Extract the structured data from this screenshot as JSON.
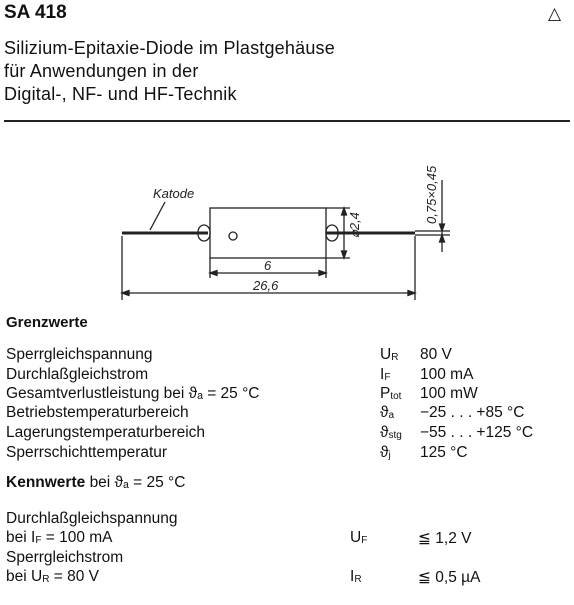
{
  "header": {
    "part_number": "SA 418",
    "symbol": "△",
    "description_lines": [
      "Silizium-Epitaxie-Diode im Plastgehäuse",
      "für Anwendungen in der",
      "Digital-, NF- und HF-Technik"
    ]
  },
  "drawing": {
    "katode_label": "Katode",
    "dim_body_length": "6",
    "dim_total_length": "26,6",
    "dim_diameter": "⌀2,4",
    "dim_wire": "0,75×0,45"
  },
  "grenzwerte": {
    "heading": "Grenzwerte",
    "rows": [
      {
        "label": "Sperrgleichspannung",
        "sym": "U",
        "sub": "R",
        "value": "80 V"
      },
      {
        "label": "Durchlaßgleichstrom",
        "sym": "I",
        "sub": "F",
        "value": "100 mA"
      },
      {
        "label": "Gesamtverlustleistung bei ϑₐ = 25 °C",
        "sym": "P",
        "sub": "tot",
        "value": "100 mW"
      },
      {
        "label": "Betriebstemperaturbereich",
        "sym": "ϑ",
        "sub": "a",
        "value": "−25 . . . +85 °C"
      },
      {
        "label": "Lagerungstemperaturbereich",
        "sym": "ϑ",
        "sub": "stg",
        "value": "−55 . . . +125 °C"
      },
      {
        "label": "Sperrschichttemperatur",
        "sym": "ϑ",
        "sub": "j",
        "value": "125 °C"
      }
    ]
  },
  "kennwerte": {
    "heading_bold": "Kennwerte",
    "heading_rest": "bei ϑₐ = 25 °C",
    "rows": [
      {
        "line1": "Durchlaßgleichspannung",
        "line2": "bei I",
        "line2_sub": "F",
        "line2_rest": " = 100 mA",
        "sym": "U",
        "sub": "F",
        "value": "≦ 1,2 V"
      },
      {
        "line1": "Sperrgleichstrom",
        "line2": "bei U",
        "line2_sub": "R",
        "line2_rest": " = 80 V",
        "sym": "I",
        "sub": "R",
        "value": "≦ 0,5 µA"
      }
    ]
  }
}
